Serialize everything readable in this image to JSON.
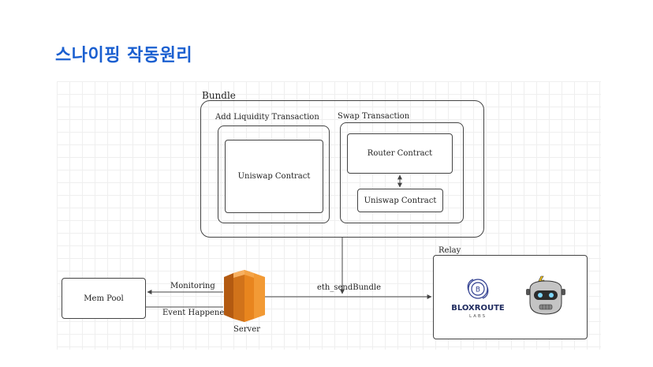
{
  "slide": {
    "title": "스나이핑 작동원리"
  },
  "diagram": {
    "bundle": {
      "label": "Bundle"
    },
    "add_liquidity": {
      "label": "Add Liquidity Transaction",
      "contract": "Uniswap Contract"
    },
    "swap": {
      "label": "Swap Transaction",
      "router": "Router Contract",
      "contract": "Uniswap Contract"
    },
    "mem_pool": {
      "label": "Mem Pool"
    },
    "server": {
      "label": "Server"
    },
    "relay": {
      "label": "Relay",
      "bloxroute_name": "BLOXROUTE",
      "bloxroute_sub": "LABS"
    },
    "edges": {
      "monitoring": "Monitoring",
      "event_happened": "Event Happened",
      "eth_send_bundle": "eth_sendBundle"
    },
    "colors": {
      "title": "#1a5fd0",
      "aws_orange": "#e8851e",
      "aws_dark": "#b35a11",
      "bloxroute_blue": "#2e3d8f"
    }
  }
}
